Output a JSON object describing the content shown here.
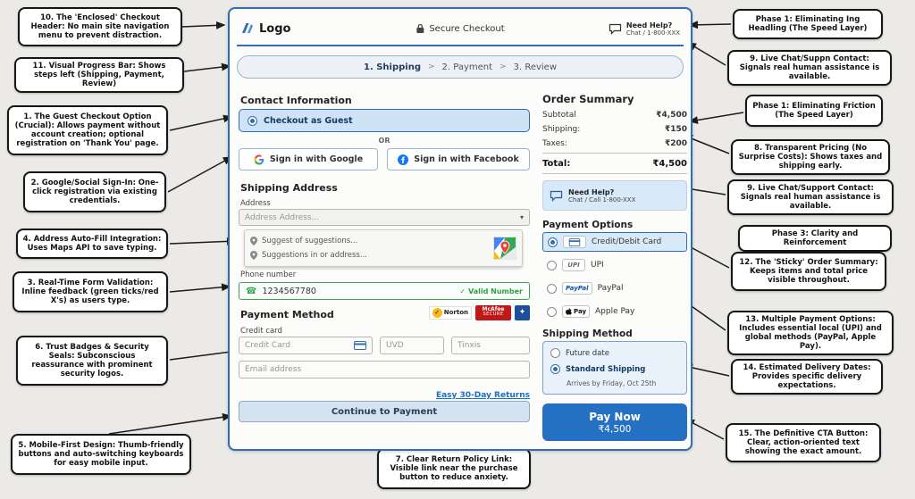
{
  "icons": {
    "chevron_down": "▾",
    "check": "✓",
    "phone": "☎",
    "seal": "✦",
    "gt": "›"
  },
  "checkout": {
    "header": {
      "logo": "Logo",
      "secure_checkout": "Secure Checkout",
      "need_help": "Need Help?",
      "need_help_sub": "Chat / 1-800-XXX"
    },
    "progress": {
      "steps": [
        "1. Shipping",
        "2. Payment",
        "3. Review"
      ],
      "separator": ">"
    },
    "contact": {
      "heading": "Contact Information",
      "guest_option": "Checkout as Guest",
      "divider": "OR",
      "google_button": "Sign in with Google",
      "facebook_button": "Sign in with Facebook"
    },
    "shipping_address": {
      "heading": "Shipping Address",
      "address_label": "Address",
      "address_placeholder": "Address Address...",
      "suggestions": [
        "Suggest of suggestions...",
        "Suggestions in or address..."
      ],
      "phone_label": "Phone number",
      "phone_value": "1234567780",
      "phone_valid": "Valid Number"
    },
    "payment_method": {
      "heading": "Payment Method",
      "credit_card_label": "Credit card",
      "card_placeholder": "Credit Card",
      "cvv_placeholder": "UVD",
      "expiry_placeholder": "Tinxis",
      "email_placeholder": "Email address",
      "returns_link": "Easy 30-Day Returns",
      "continue_button": "Continue to Payment",
      "badges": {
        "norton": "Norton",
        "mcafee1": "McAfee",
        "mcafee2": "SECURE"
      }
    },
    "order_summary": {
      "heading": "Order Summary",
      "rows": [
        {
          "label": "Subtotal",
          "value": "₹4,500"
        },
        {
          "label": "Shipping:",
          "value": "₹150"
        },
        {
          "label": "Taxes:",
          "value": "₹200"
        }
      ],
      "total_label": "Total:",
      "total_value": "₹4,500",
      "help_title": "Need Help?",
      "help_sub": "Chat / Call 1-800-XXX"
    },
    "payment_options": {
      "heading": "Payment Options",
      "options": [
        {
          "label": "Credit/Debit Card",
          "selected": true
        },
        {
          "label": "UPI",
          "selected": false
        },
        {
          "label": "PayPal",
          "selected": false
        },
        {
          "label": "Apple Pay",
          "selected": false
        }
      ],
      "logos": {
        "upi": "UPI",
        "paypal": "PayPal",
        "applepay": "Pay"
      }
    },
    "shipping_method": {
      "heading": "Shipping Method",
      "options": [
        {
          "label": "Future date",
          "selected": false
        },
        {
          "label": "Standard Shipping",
          "selected": true
        }
      ],
      "delivery_note": "Arrives by Friday, Oct 25th"
    },
    "cta": {
      "label": "Pay Now",
      "amount": "₹4,500"
    }
  },
  "callouts": {
    "left": [
      {
        "title": "10. The 'Enclosed' Checkout Header:",
        "body": "No main site navigation menu to prevent distraction."
      },
      {
        "title": "11. Visual Progress Bar:",
        "body": "Shows steps left (Shipping, Payment, Review)"
      },
      {
        "title": "1. The Guest Checkout Option (Crucial):",
        "body": "Allows payment without account creation; optional registration on 'Thank You' page."
      },
      {
        "title": "2. Google/Social Sign-In:",
        "body": "One-click registration via existing credentials."
      },
      {
        "title": "4. Address Auto-Fill Integration:",
        "body": "Uses Maps API to save typing."
      },
      {
        "title": "3. Real-Time Form Validation:",
        "body": "Inline feedback (green ticks/red X's) as users type."
      },
      {
        "title": "6. Trust Badges & Security Seals:",
        "body": "Subconscious reassurance with prominent security logos."
      },
      {
        "title": "5. Mobile-First Design:",
        "body": "Thumb-friendly buttons and auto-switching keyboards for easy mobile input."
      }
    ],
    "bottom": {
      "title": "7. Clear Return Policy Link:",
      "body": "Visible link near the purchase button to reduce anxiety."
    },
    "right": [
      {
        "title": "Phase 1: Eliminating Ing Headling",
        "body": "(The Speed Layer)"
      },
      {
        "title": "9. Live Chat/Suppn Contact:",
        "body": "Signals real human assistance is available."
      },
      {
        "title": "Phase 1: Eliminating Friction",
        "body": "(The Speed Layer)"
      },
      {
        "title": "8. Transparent Pricing (No Surprise Costs):",
        "body": "Shows taxes and shipping early."
      },
      {
        "title": "9. Live Chat/Support Contact:",
        "body": "Signals real human assistance is available."
      },
      {
        "title": "Phase 3: Clarity and Reinforcement",
        "body": ""
      },
      {
        "title": "12. The 'Sticky' Order Summary:",
        "body": "Keeps items and total price visible throughout."
      },
      {
        "title": "13. Multiple Payment Options:",
        "body": "Includes essential local (UPI) and global methods (PayPal, Apple Pay)."
      },
      {
        "title": "14. Estimated Delivery Dates:",
        "body": "Provides specific delivery expectations."
      },
      {
        "title": "15. The Definitive CTA Button:",
        "body": "Clear, action-oriented text showing the exact amount."
      }
    ]
  }
}
